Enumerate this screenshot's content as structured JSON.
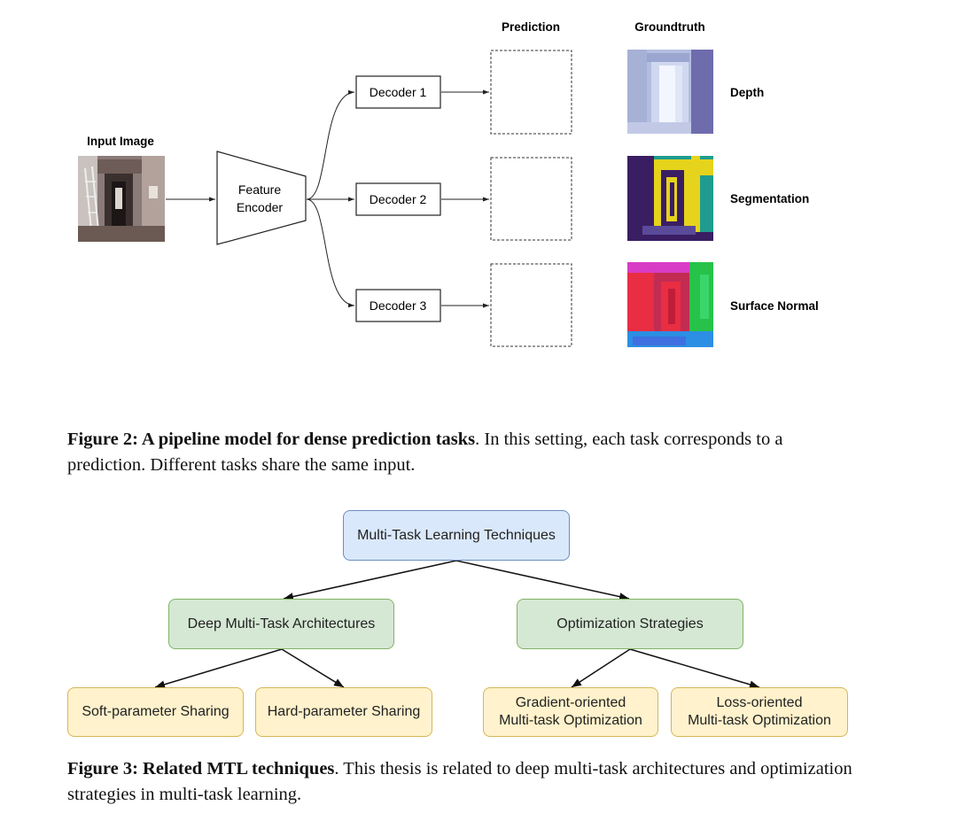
{
  "fig2": {
    "col_prediction": "Prediction",
    "col_groundtruth": "Groundtruth",
    "input_label": "Input Image",
    "encoder_line1": "Feature",
    "encoder_line2": "Encoder",
    "decoders": [
      "Decoder 1",
      "Decoder 2",
      "Decoder 3"
    ],
    "tasks": [
      "Depth",
      "Segmentation",
      "Surface Normal"
    ],
    "caption_bold": "Figure 2:  A pipeline model for dense prediction tasks",
    "caption_rest": ". In this setting, each task corresponds to a prediction. Different tasks share the same input."
  },
  "fig3": {
    "root": "Multi-Task Learning Techniques",
    "branch_left": "Deep Multi-Task Architectures",
    "branch_right": "Optimization Strategies",
    "leaf1": "Soft-parameter Sharing",
    "leaf2": "Hard-parameter Sharing",
    "leaf3_line1": "Gradient-oriented",
    "leaf3_line2": "Multi-task Optimization",
    "leaf4_line1": "Loss-oriented",
    "leaf4_line2": "Multi-task Optimization",
    "caption_bold": "Figure 3: Related MTL techniques",
    "caption_rest": ". This thesis is related to deep multi-task architectures and optimization strategies in multi-task learning."
  },
  "colors": {
    "blue_fill": "#dae8fc",
    "green_fill": "#d5e8d4",
    "yellow_fill": "#fff2cc"
  }
}
